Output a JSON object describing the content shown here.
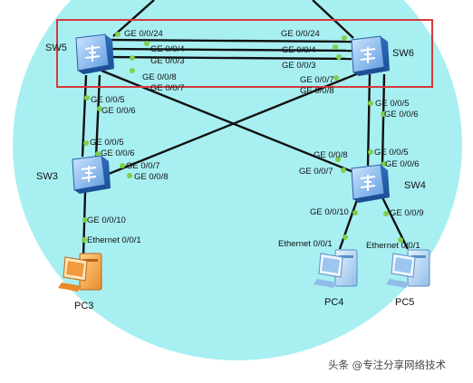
{
  "devices": {
    "sw5": {
      "name": "SW5"
    },
    "sw6": {
      "name": "SW6"
    },
    "sw3": {
      "name": "SW3"
    },
    "sw4": {
      "name": "SW4"
    },
    "pc3": {
      "name": "PC3"
    },
    "pc4": {
      "name": "PC4"
    },
    "pc5": {
      "name": "PC5"
    }
  },
  "ports": {
    "sw5_g24": "GE 0/0/24",
    "sw5_g4": "GE 0/0/4",
    "sw5_g3": "GE 0/0/3",
    "sw5_g8": "GE 0/0/8",
    "sw5_g7": "GE 0/0/7",
    "sw5_g5": "GE 0/0/5",
    "sw5_g6": "GE 0/0/6",
    "sw6_g24": "GE 0/0/24",
    "sw6_g4": "GE 0/0/4",
    "sw6_g3": "GE 0/0/3",
    "sw6_g7": "GE 0/0/7",
    "sw6_g8": "GE 0/0/8",
    "sw6_g5": "GE 0/0/5",
    "sw6_g6": "GE 0/0/6",
    "sw3_g5": "GE 0/0/5",
    "sw3_g6": "GE 0/0/6",
    "sw3_g7": "GE 0/0/7",
    "sw3_g8": "GE 0/0/8",
    "sw3_g10": "GE 0/0/10",
    "sw4_g8": "GE 0/0/8",
    "sw4_g7": "GE 0/0/7",
    "sw4_g5": "GE 0/0/5",
    "sw4_g6": "GE 0/0/6",
    "sw4_g10": "GE 0/0/10",
    "sw4_g9": "GE 0/0/9",
    "pc3_eth": "Ethernet 0/0/1",
    "pc4_eth": "Ethernet 0/0/1",
    "pc5_eth": "Ethernet 0/0/1"
  },
  "watermark": "头条 @专注分享网络技术",
  "colors": {
    "background_circle": "#a8eff2",
    "cable": "#111111",
    "port_dot": "#7fd04a",
    "highlight_box": "#d23a3a",
    "switch_body": "#3f7fcf"
  }
}
